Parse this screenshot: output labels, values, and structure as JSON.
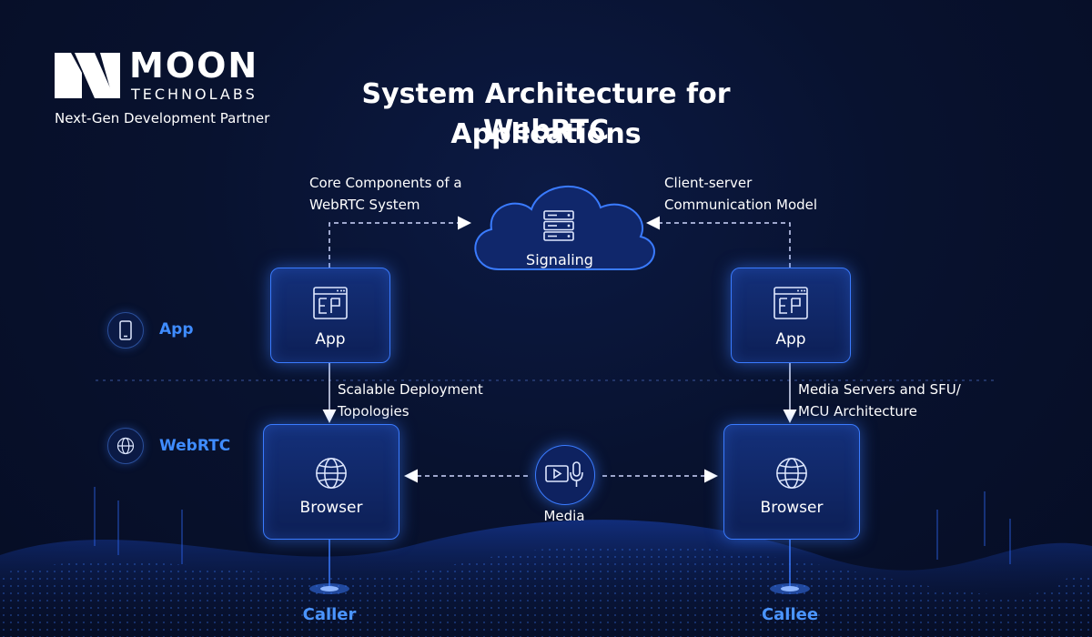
{
  "logo": {
    "name": "MOON",
    "sub": "TECHNOLABS",
    "tagline": "Next-Gen Development Partner"
  },
  "title": {
    "line1": "System Architecture for WebRTC",
    "line2": "Applications"
  },
  "annotations": {
    "core_line1": "Core Components of a",
    "core_line2": "WebRTC System",
    "client_line1": "Client-server",
    "client_line2": "Communication Model",
    "scalable_line1": "Scalable Deployment",
    "scalable_line2": "Topologies",
    "media_servers_line1": "Media Servers and SFU/",
    "media_servers_line2": "MCU Architecture"
  },
  "nodes": {
    "signaling": "Signaling",
    "app_left": "App",
    "app_right": "App",
    "browser_left": "Browser",
    "browser_right": "Browser",
    "media": "Media"
  },
  "layers": {
    "app": "App",
    "webrtc": "WebRTC"
  },
  "endpoints": {
    "caller": "Caller",
    "callee": "Callee"
  },
  "colors": {
    "background": "#08122f",
    "accent_blue": "#3a7bff",
    "label_blue": "#4b95ff",
    "box_fill": "#14307a"
  },
  "icons": {
    "logo": "moon-logo-icon",
    "server": "server-icon",
    "app_window": "app-window-icon",
    "globe": "globe-icon",
    "phone": "phone-icon",
    "media": "video-mic-icon"
  }
}
